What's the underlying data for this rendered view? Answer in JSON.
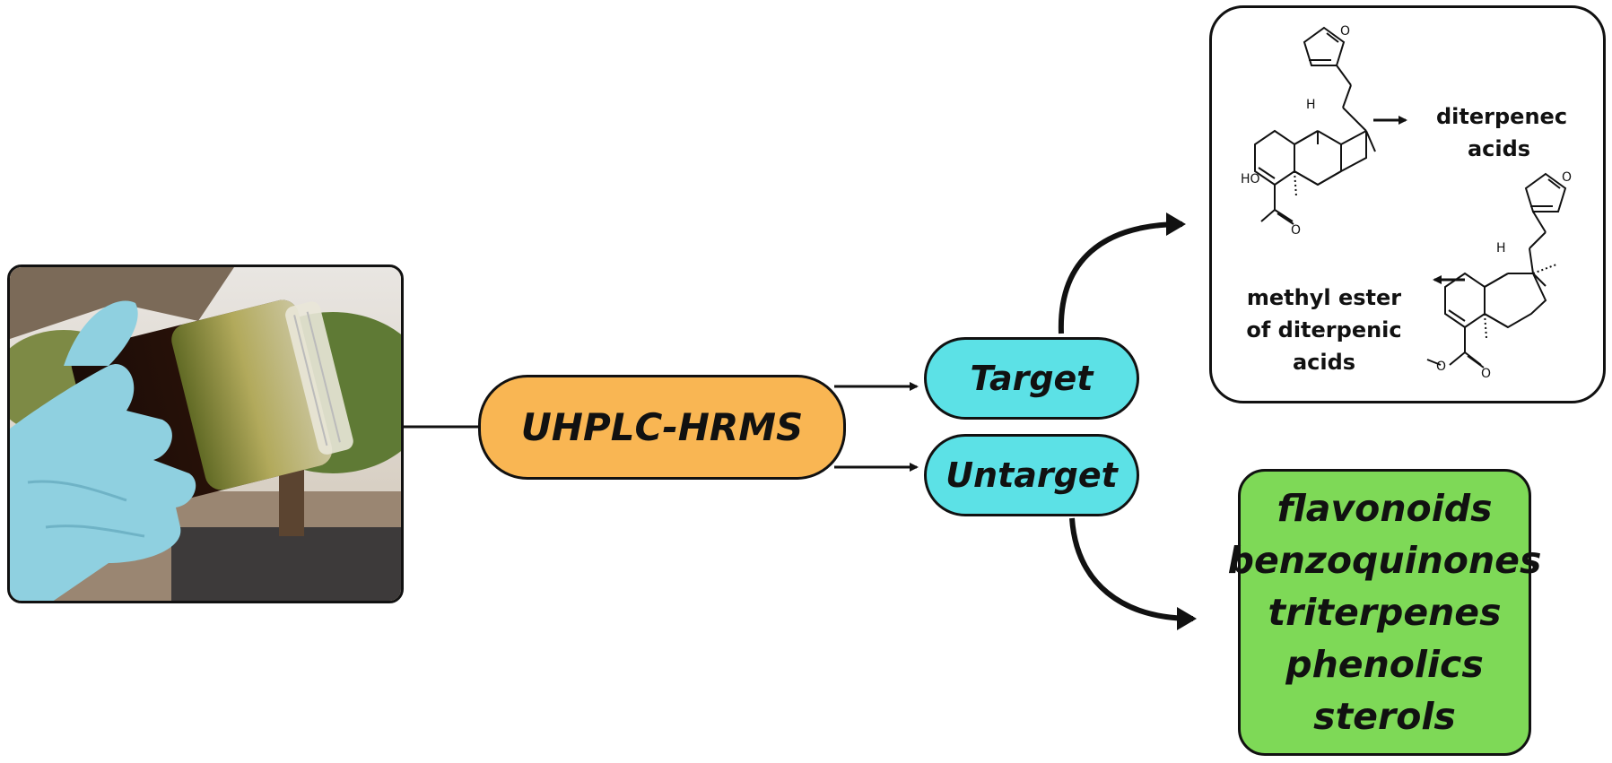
{
  "nodes": {
    "technique": "UHPLC-HRMS",
    "target": "Target",
    "untarget": "Untarget"
  },
  "target_panel": {
    "top_label": [
      "diterpenec",
      "acids"
    ],
    "bottom_label": [
      "methyl ester",
      "of diterpenic",
      "acids"
    ],
    "atoms": {
      "h": "H",
      "ho": "HO",
      "o": "O"
    }
  },
  "untarget_classes": [
    "flavonoids",
    "benzoquinones",
    "triterpenes",
    "phenolics",
    "sterols"
  ],
  "colors": {
    "technique_fill": "#f9b653",
    "target_fill": "#5ce1e6",
    "untarget_fill": "#5ce1e6",
    "classes_fill": "#7ed957"
  },
  "photo": {
    "subject": "gloved hand holding jar of dark oil"
  }
}
